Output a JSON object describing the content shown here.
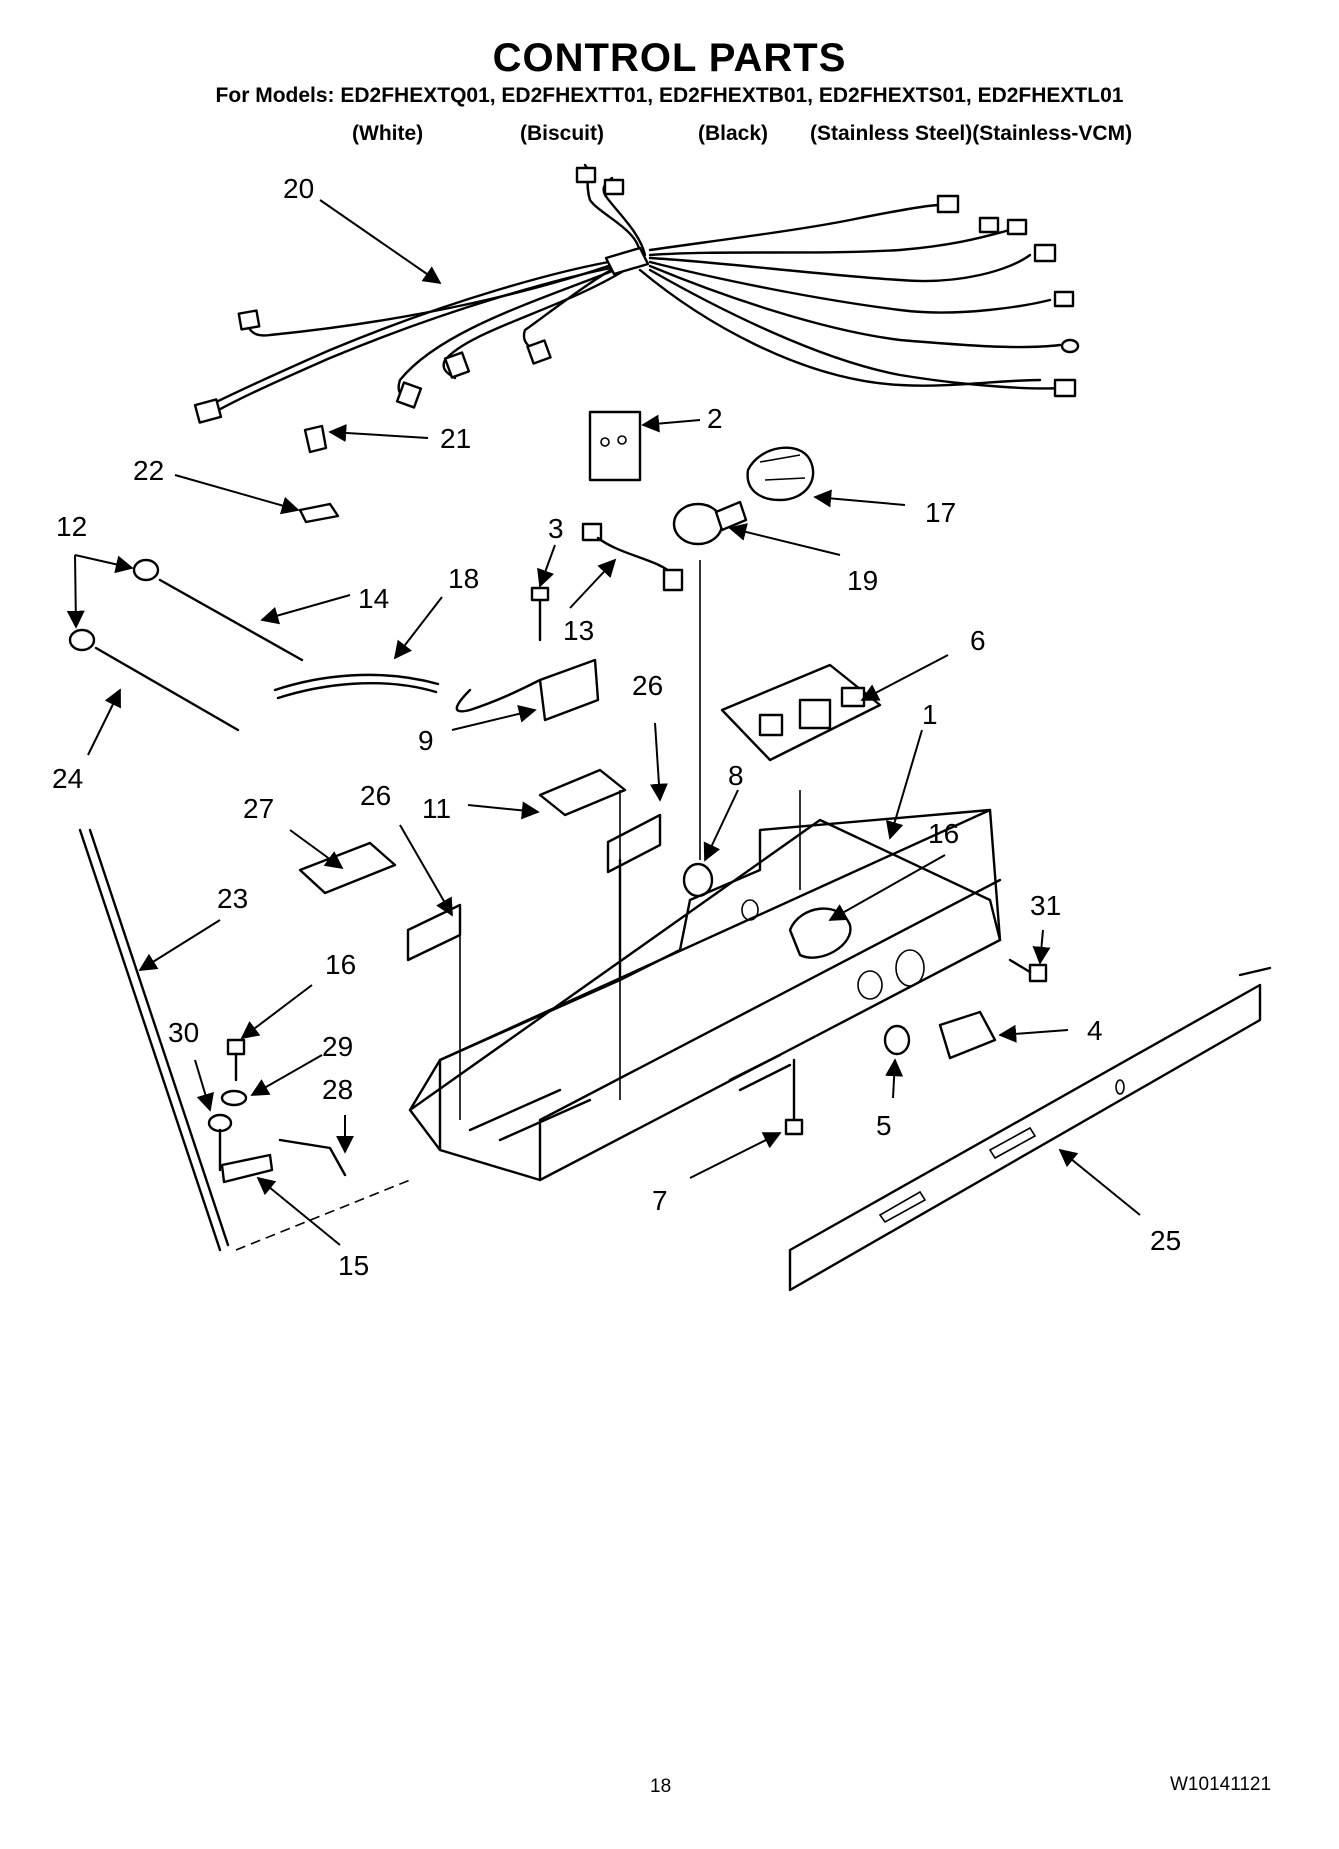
{
  "header": {
    "title": "CONTROL PARTS",
    "models": "For Models: ED2FHEXTQ01, ED2FHEXTT01, ED2FHEXTB01, ED2FHEXTS01, ED2FHEXTL01",
    "colors": [
      "(White)",
      "(Biscuit)",
      "(Black)",
      "(Stainless Steel)(Stainless-VCM)"
    ]
  },
  "callouts": [
    {
      "id": "c20",
      "text": "20"
    },
    {
      "id": "c21",
      "text": "21"
    },
    {
      "id": "c2",
      "text": "2"
    },
    {
      "id": "c22",
      "text": "22"
    },
    {
      "id": "c17",
      "text": "17"
    },
    {
      "id": "c12",
      "text": "12"
    },
    {
      "id": "c3",
      "text": "3"
    },
    {
      "id": "c19",
      "text": "19"
    },
    {
      "id": "c14",
      "text": "14"
    },
    {
      "id": "c18",
      "text": "18"
    },
    {
      "id": "c13",
      "text": "13"
    },
    {
      "id": "c6",
      "text": "6"
    },
    {
      "id": "c26a",
      "text": "26"
    },
    {
      "id": "c9",
      "text": "9"
    },
    {
      "id": "c1",
      "text": "1"
    },
    {
      "id": "c24",
      "text": "24"
    },
    {
      "id": "c8",
      "text": "8"
    },
    {
      "id": "c27",
      "text": "27"
    },
    {
      "id": "c26b",
      "text": "26"
    },
    {
      "id": "c11",
      "text": "11"
    },
    {
      "id": "c16a",
      "text": "16"
    },
    {
      "id": "c23",
      "text": "23"
    },
    {
      "id": "c31",
      "text": "31"
    },
    {
      "id": "c16b",
      "text": "16"
    },
    {
      "id": "c4",
      "text": "4"
    },
    {
      "id": "c30",
      "text": "30"
    },
    {
      "id": "c29",
      "text": "29"
    },
    {
      "id": "c28",
      "text": "28"
    },
    {
      "id": "c5",
      "text": "5"
    },
    {
      "id": "c7",
      "text": "7"
    },
    {
      "id": "c25",
      "text": "25"
    },
    {
      "id": "c15",
      "text": "15"
    }
  ],
  "footer": {
    "page_number": "18",
    "document_number": "W10141121"
  }
}
